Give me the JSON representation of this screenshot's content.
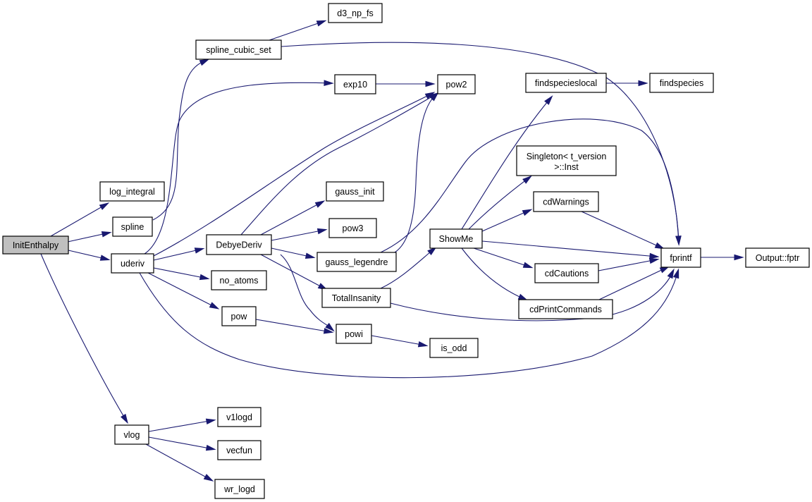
{
  "graph": {
    "nodes": [
      {
        "id": "InitEnthalpy",
        "label": "InitEnthalpy",
        "root": true
      },
      {
        "id": "log_integral",
        "label": "log_integral"
      },
      {
        "id": "spline",
        "label": "spline"
      },
      {
        "id": "uderiv",
        "label": "uderiv"
      },
      {
        "id": "vlog",
        "label": "vlog"
      },
      {
        "id": "spline_cubic_set",
        "label": "spline_cubic_set"
      },
      {
        "id": "d3_np_fs",
        "label": "d3_np_fs"
      },
      {
        "id": "exp10",
        "label": "exp10"
      },
      {
        "id": "pow2",
        "label": "pow2"
      },
      {
        "id": "DebyeDeriv",
        "label": "DebyeDeriv"
      },
      {
        "id": "gauss_init",
        "label": "gauss_init"
      },
      {
        "id": "pow3",
        "label": "pow3"
      },
      {
        "id": "gauss_legendre",
        "label": "gauss_legendre"
      },
      {
        "id": "no_atoms",
        "label": "no_atoms"
      },
      {
        "id": "TotalInsanity",
        "label": "TotalInsanity"
      },
      {
        "id": "pow",
        "label": "pow"
      },
      {
        "id": "powi",
        "label": "powi"
      },
      {
        "id": "is_odd",
        "label": "is_odd"
      },
      {
        "id": "ShowMe",
        "label": "ShowMe"
      },
      {
        "id": "findspecieslocal",
        "label": "findspecieslocal"
      },
      {
        "id": "findspecies",
        "label": "findspecies"
      },
      {
        "id": "Singleton",
        "label": "Singleton< t_version\n>::Inst"
      },
      {
        "id": "cdWarnings",
        "label": "cdWarnings"
      },
      {
        "id": "cdCautions",
        "label": "cdCautions"
      },
      {
        "id": "cdPrintCommands",
        "label": "cdPrintCommands"
      },
      {
        "id": "fprintf",
        "label": "fprintf"
      },
      {
        "id": "Output_fptr",
        "label": "Output::fptr"
      },
      {
        "id": "v1logd",
        "label": "v1logd"
      },
      {
        "id": "vecfun",
        "label": "vecfun"
      },
      {
        "id": "wr_logd",
        "label": "wr_logd"
      }
    ],
    "edges": [
      [
        "InitEnthalpy",
        "log_integral"
      ],
      [
        "InitEnthalpy",
        "spline"
      ],
      [
        "InitEnthalpy",
        "uderiv"
      ],
      [
        "InitEnthalpy",
        "vlog"
      ],
      [
        "spline",
        "spline_cubic_set"
      ],
      [
        "spline_cubic_set",
        "d3_np_fs"
      ],
      [
        "spline_cubic_set",
        "fprintf"
      ],
      [
        "uderiv",
        "exp10"
      ],
      [
        "uderiv",
        "pow2"
      ],
      [
        "uderiv",
        "DebyeDeriv"
      ],
      [
        "uderiv",
        "no_atoms"
      ],
      [
        "uderiv",
        "pow"
      ],
      [
        "uderiv",
        "fprintf"
      ],
      [
        "exp10",
        "pow2"
      ],
      [
        "DebyeDeriv",
        "pow2"
      ],
      [
        "DebyeDeriv",
        "gauss_init"
      ],
      [
        "DebyeDeriv",
        "pow3"
      ],
      [
        "DebyeDeriv",
        "gauss_legendre"
      ],
      [
        "DebyeDeriv",
        "TotalInsanity"
      ],
      [
        "DebyeDeriv",
        "powi"
      ],
      [
        "gauss_legendre",
        "pow2"
      ],
      [
        "gauss_legendre",
        "fprintf"
      ],
      [
        "TotalInsanity",
        "ShowMe"
      ],
      [
        "TotalInsanity",
        "fprintf"
      ],
      [
        "pow",
        "powi"
      ],
      [
        "powi",
        "is_odd"
      ],
      [
        "ShowMe",
        "findspecieslocal"
      ],
      [
        "ShowMe",
        "Singleton"
      ],
      [
        "ShowMe",
        "cdWarnings"
      ],
      [
        "ShowMe",
        "fprintf"
      ],
      [
        "ShowMe",
        "cdCautions"
      ],
      [
        "ShowMe",
        "cdPrintCommands"
      ],
      [
        "findspecieslocal",
        "findspecies"
      ],
      [
        "cdWarnings",
        "fprintf"
      ],
      [
        "cdCautions",
        "fprintf"
      ],
      [
        "cdPrintCommands",
        "fprintf"
      ],
      [
        "fprintf",
        "Output_fptr"
      ],
      [
        "vlog",
        "v1logd"
      ],
      [
        "vlog",
        "vecfun"
      ],
      [
        "vlog",
        "wr_logd"
      ]
    ]
  }
}
